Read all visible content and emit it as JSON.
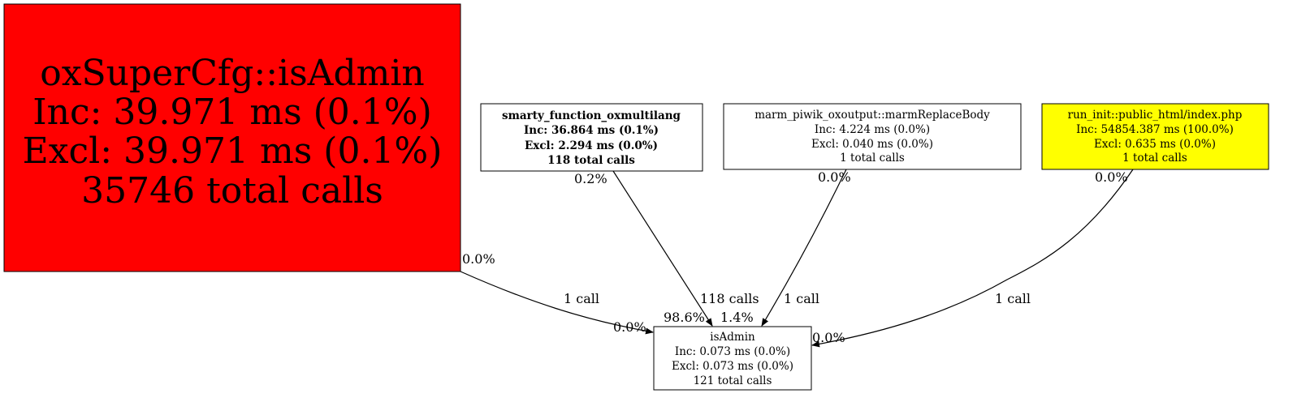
{
  "colors": {
    "hot": "#ff0000",
    "root": "#ffff00",
    "default": "#ffffff"
  },
  "nodes": {
    "oxsupercfg": {
      "lines": [
        "oxSuperCfg::isAdmin",
        "Inc: 39.971 ms (0.1%)",
        "Excl: 39.971 ms (0.1%)",
        "35746 total calls"
      ]
    },
    "smarty": {
      "lines": [
        "smarty_function_oxmultilang",
        "Inc: 36.864 ms (0.1%)",
        "Excl: 2.294 ms (0.0%)",
        "118 total calls"
      ]
    },
    "marm": {
      "lines": [
        "marm_piwik_oxoutput::marmReplaceBody",
        "Inc: 4.224 ms (0.0%)",
        "Excl: 0.040 ms (0.0%)",
        "1 total calls"
      ]
    },
    "run_init": {
      "lines": [
        "run_init::public_html/index.php",
        "Inc: 54854.387 ms (100.0%)",
        "Excl: 0.635 ms (0.0%)",
        "1 total calls"
      ]
    },
    "isadmin": {
      "lines": [
        "isAdmin",
        "Inc: 0.073 ms (0.0%)",
        "Excl: 0.073 ms (0.0%)",
        "121 total calls"
      ]
    }
  },
  "edges": {
    "oxsupercfg_isadmin": {
      "tail": "0.0%",
      "label": "1 call",
      "head": "0.0%"
    },
    "smarty_isadmin": {
      "tail": "0.2%",
      "label": "118 calls",
      "head": "98.6%"
    },
    "marm_isadmin": {
      "tail": "0.0%",
      "label": "1 call",
      "head": "1.4%"
    },
    "run_init_isadmin": {
      "tail": "0.0%",
      "label": "1 call",
      "head": "0.0%"
    }
  }
}
